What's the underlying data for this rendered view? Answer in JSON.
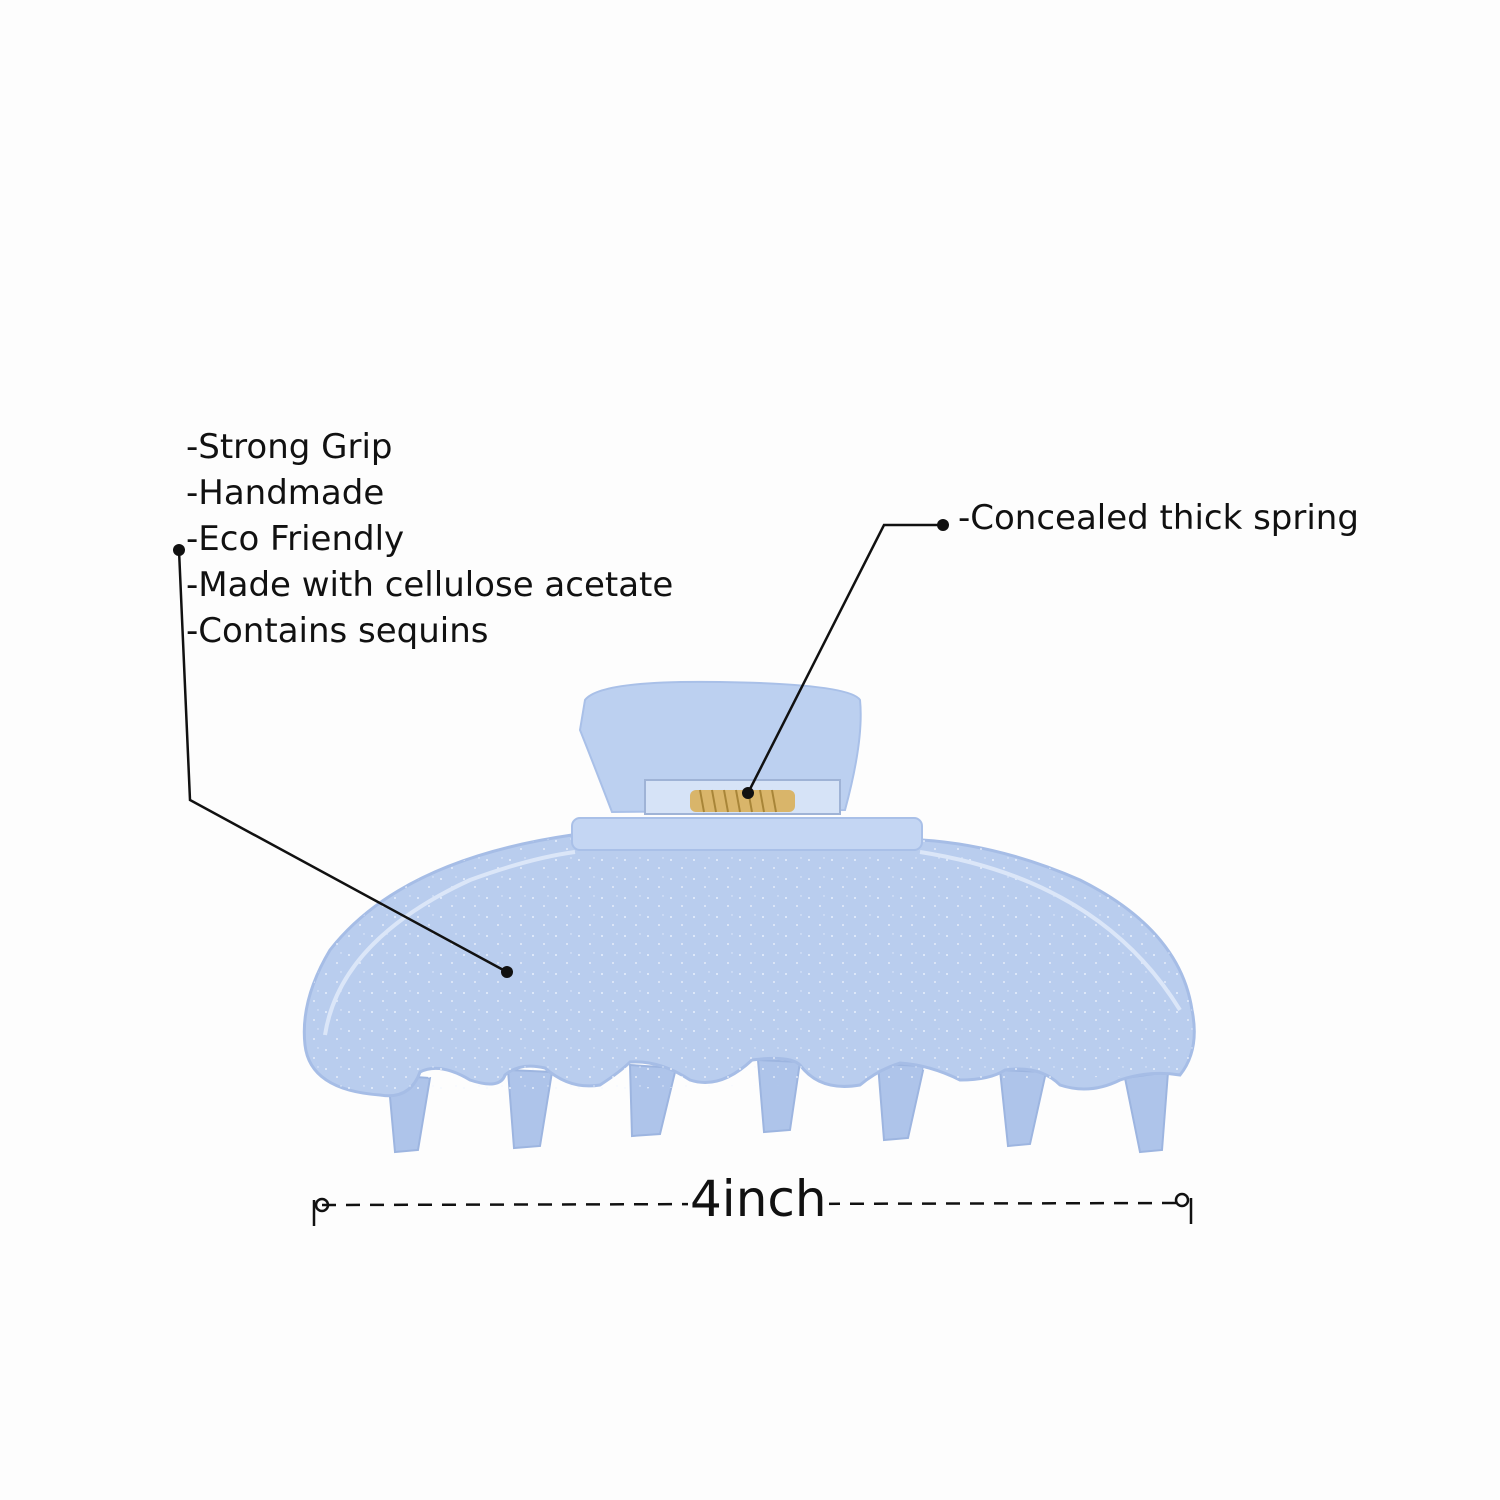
{
  "features": [
    "-Strong Grip",
    "-Handmade",
    "-Eco Friendly",
    "-Made with cellulose acetate",
    "-Contains sequins"
  ],
  "spring_callout": "-Concealed thick spring",
  "dimension_label": "4inch",
  "colors": {
    "clip": "#b9cdee",
    "clip_edge": "#a6bde6",
    "spring": "#d9b56a",
    "text": "#111111"
  }
}
